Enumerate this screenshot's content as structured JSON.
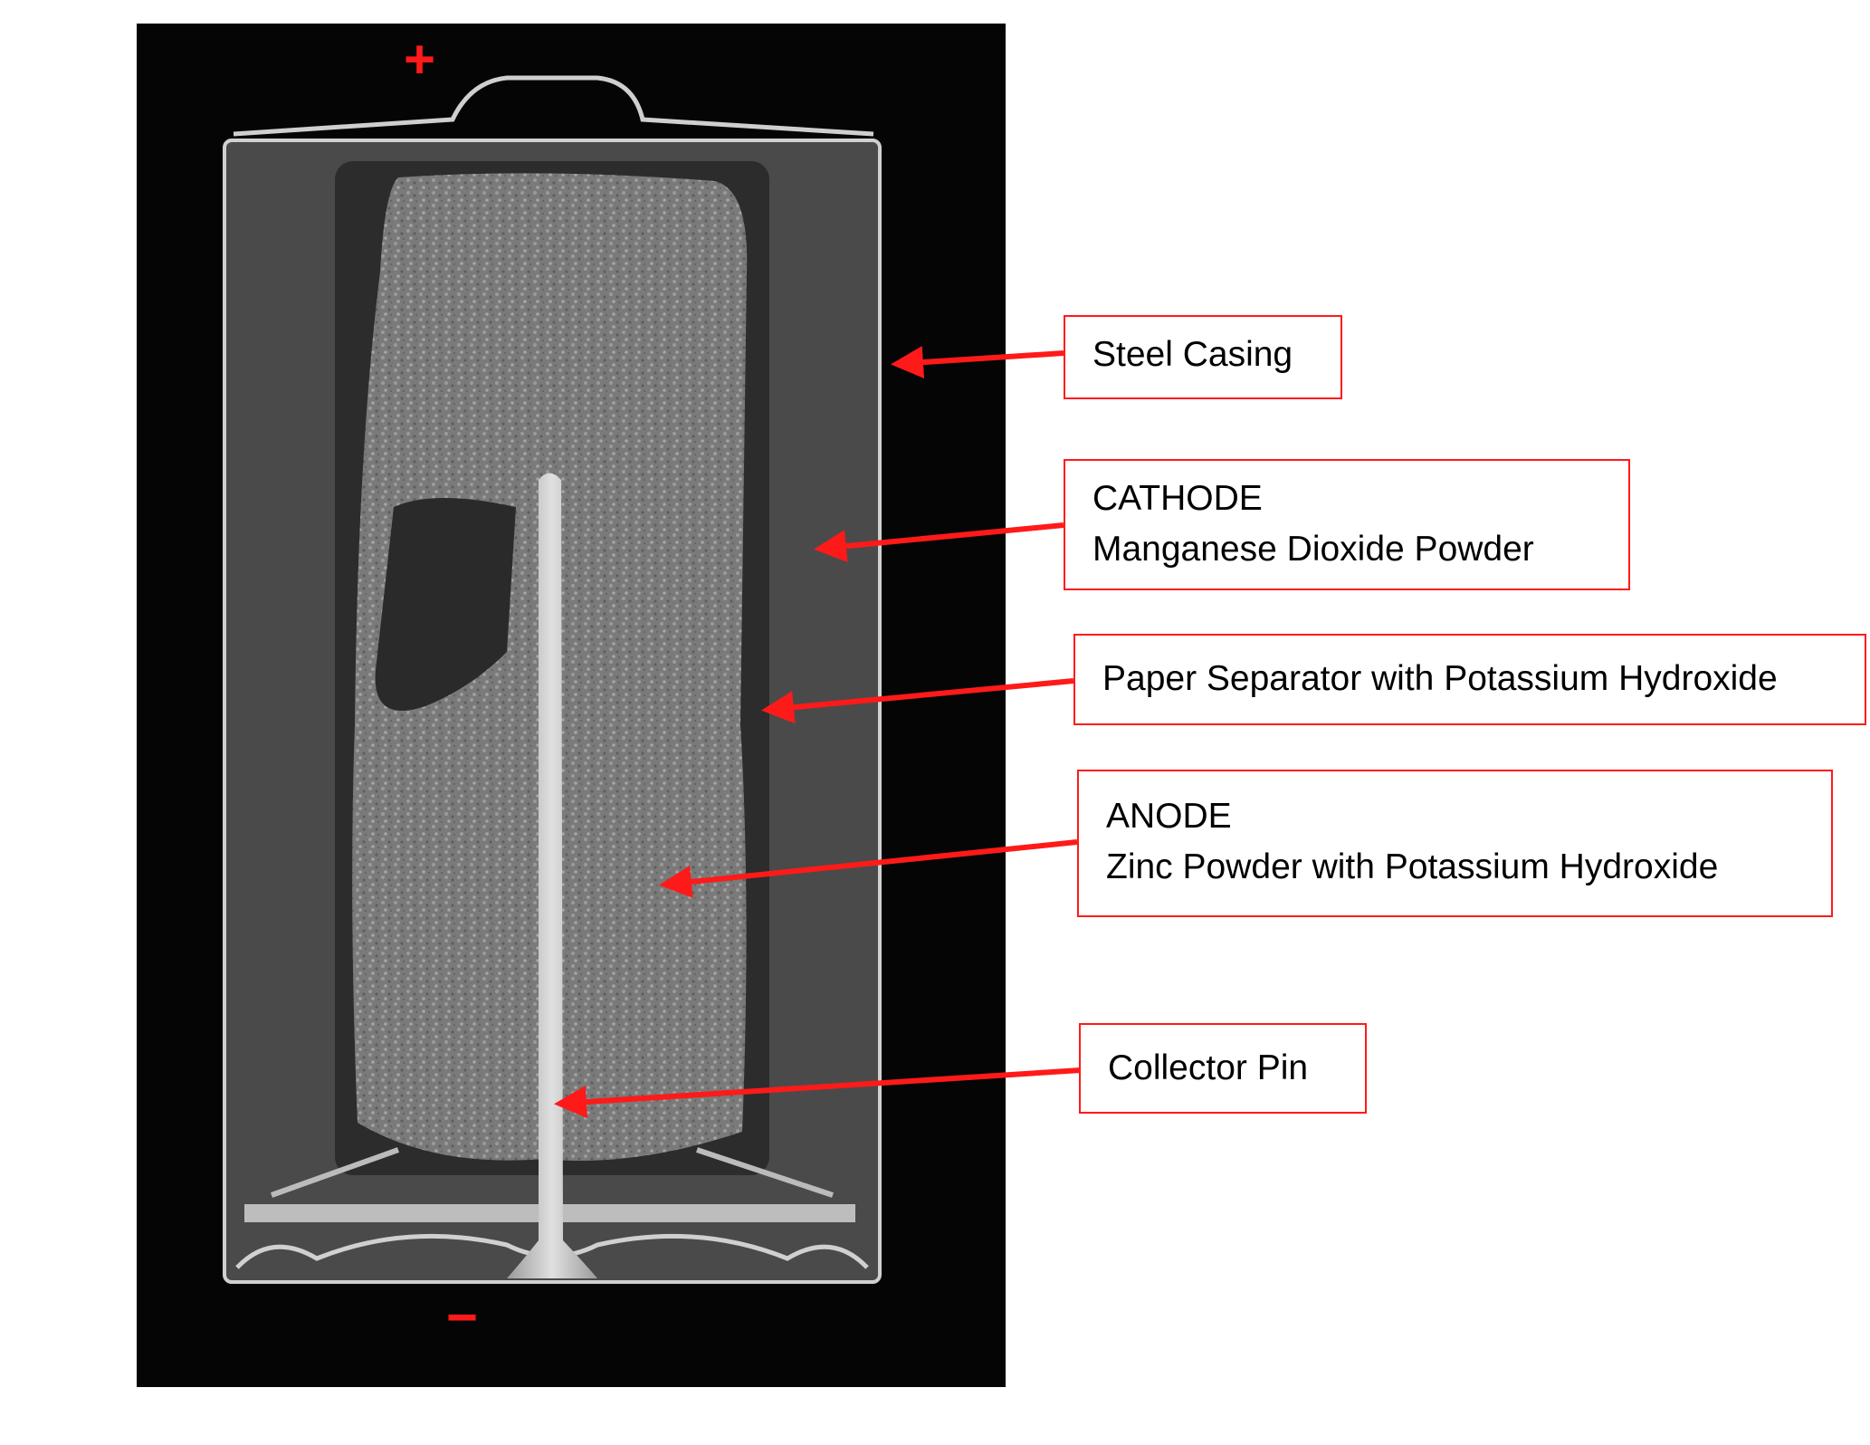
{
  "diagram": {
    "terminals": {
      "positive": "+",
      "negative": "−"
    },
    "labels": [
      {
        "lines": [
          "Steel Casing"
        ]
      },
      {
        "lines": [
          "CATHODE",
          "Manganese Dioxide Powder"
        ]
      },
      {
        "lines": [
          "Paper Separator with Potassium Hydroxide"
        ]
      },
      {
        "lines": [
          "ANODE",
          "Zinc Powder with Potassium Hydroxide"
        ]
      },
      {
        "lines": [
          "Collector Pin"
        ]
      }
    ],
    "colors": {
      "annotation": "#ff1a1a",
      "background": "#000000"
    }
  }
}
